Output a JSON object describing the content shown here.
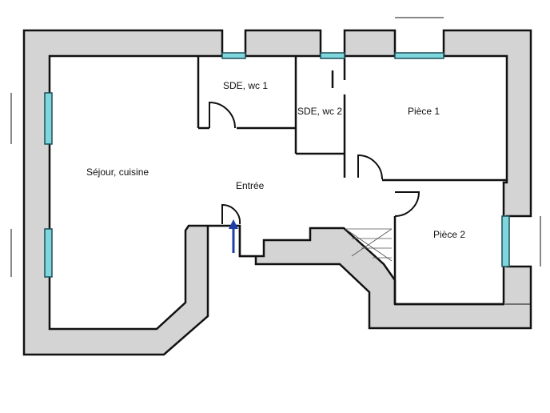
{
  "rooms": {
    "sejour": "Séjour, cuisine",
    "sde1": "SDE, wc 1",
    "sde2": "SDE, wc 2",
    "piece1": "Pièce 1",
    "piece2": "Pièce 2",
    "entree": "Entrée"
  },
  "colors": {
    "wall_fill": "#d4d4d4",
    "window": "#7fd6dc",
    "entry_arrow": "#1f3fa6"
  }
}
